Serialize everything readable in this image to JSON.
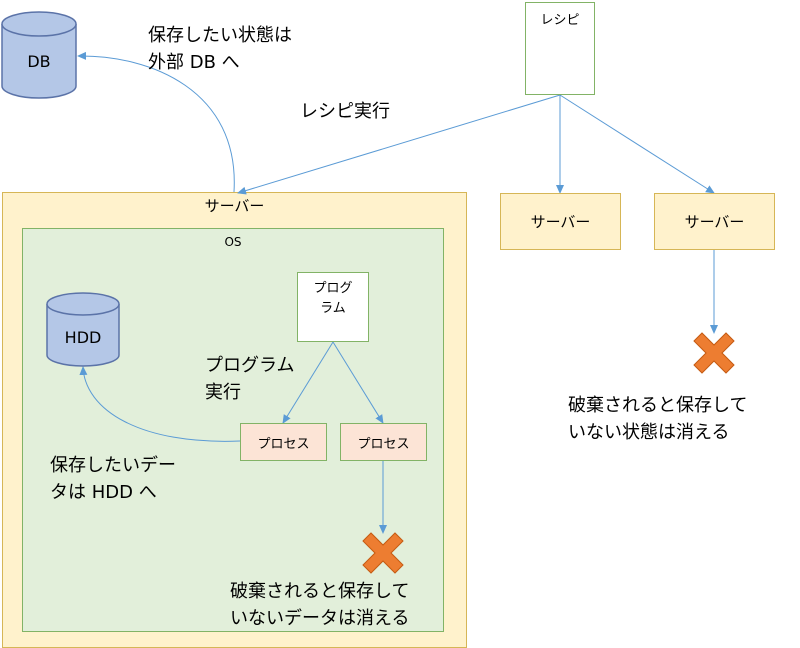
{
  "colors": {
    "server_fill": "#fff2cc",
    "server_border": "#d6b656",
    "os_fill": "#e2efda",
    "os_border": "#82b366",
    "process_fill": "#fce4d6",
    "cylinder_fill": "#b4c7e7",
    "cylinder_border": "#5b73a8",
    "edge": "#5b9bd5",
    "cross": "#ed7d31"
  },
  "nodes": {
    "db": "DB",
    "hdd": "HDD",
    "recipe": "レシピ",
    "server_main": "サーバー",
    "os": "OS",
    "program": "プログ\nラム",
    "process_left": "プロセス",
    "process_right": "プロセス",
    "server_b": "サーバー",
    "server_c": "サーバー"
  },
  "labels": {
    "save_to_db": "保存したい状態は\n外部 DB へ",
    "recipe_exec": "レシピ実行",
    "program_exec": "プログラム\n実行",
    "save_to_hdd": "保存したいデー\nタは HDD へ",
    "discard_os": "破棄されると保存して\nいないデータは消える",
    "discard_server": "破棄されると保存して\nいない状態は消える"
  },
  "icons": {
    "database": "database-cylinder-icon",
    "discard": "cross-icon"
  }
}
